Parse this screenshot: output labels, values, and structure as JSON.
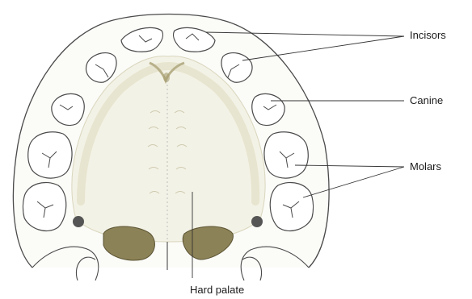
{
  "labels": {
    "incisors": "Incisors",
    "canine": "Canine",
    "molars": "Molars",
    "hard_palate": "Hard palate"
  },
  "colors": {
    "outline": "#4a4a4a",
    "palate_fill": "#f3f2e6",
    "ridge": "#e6e3cc",
    "tonsil_fill": "#8c8257",
    "hole_fill": "#555555"
  }
}
